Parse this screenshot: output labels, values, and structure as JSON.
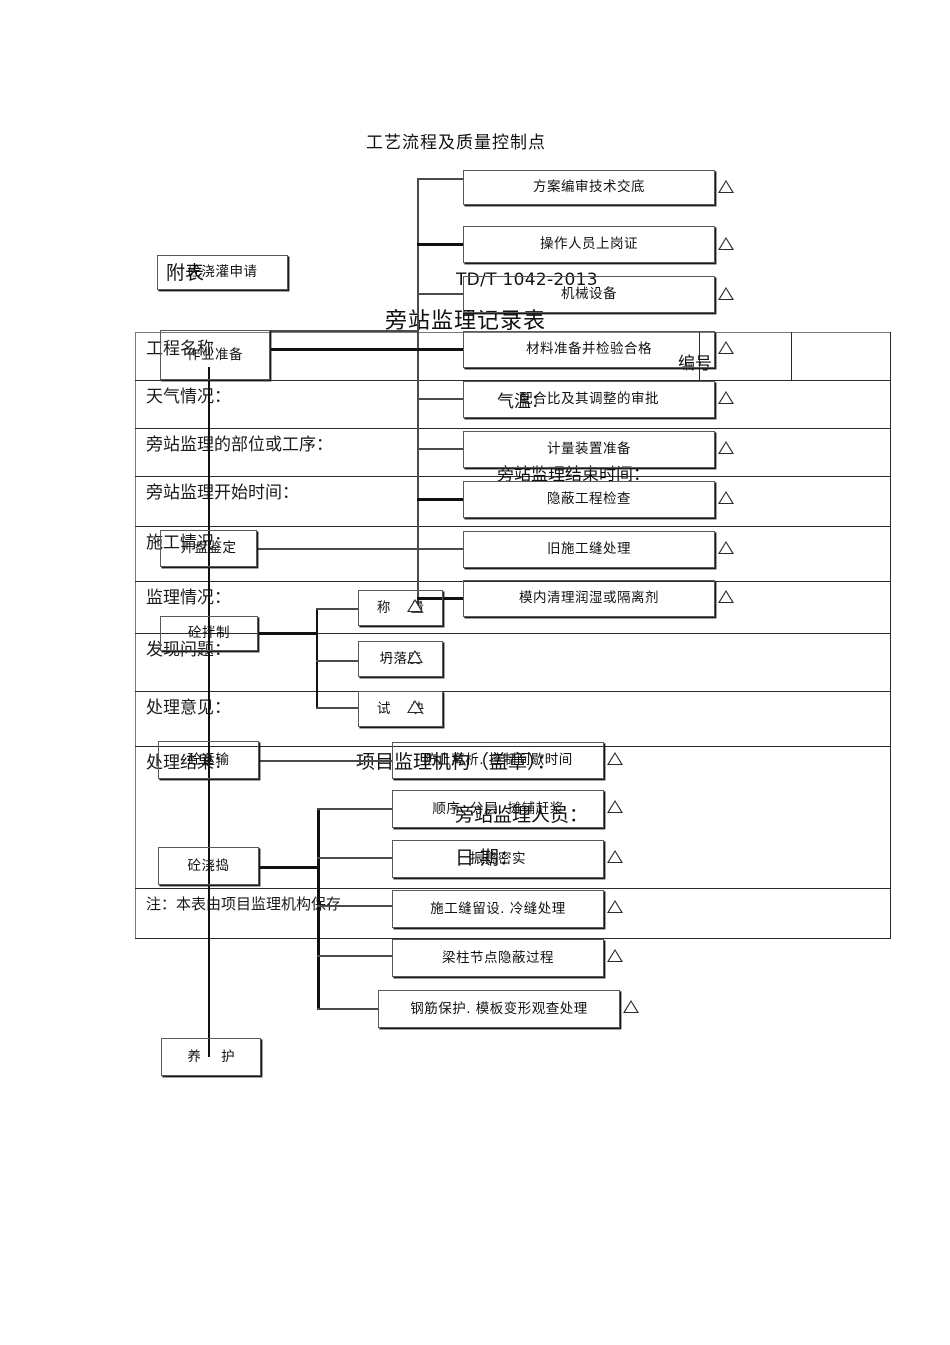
{
  "document": {
    "standard_code": "TD/T 1042-2013",
    "form_title": "旁站监理记录表",
    "attachment_label": "附表",
    "chart_title": "工艺流程及质量控制点",
    "note": "注：本表由项目监理机构保存"
  },
  "form": {
    "rows": [
      {
        "label": "工程名称",
        "right_label": "编号"
      },
      {
        "label": "天气情况：",
        "right_label": "气温："
      },
      {
        "label": "旁站监理的部位或工序：",
        "right_label": ""
      },
      {
        "label": "旁站监理开始时间：",
        "right_label": "旁站监理结束时间："
      },
      {
        "label": "施工情况：",
        "right_label": ""
      },
      {
        "label": "监理情况：",
        "right_label": ""
      },
      {
        "label": "发现问题：",
        "right_label": ""
      },
      {
        "label": "处理意见：",
        "right_label": ""
      },
      {
        "label": "处理结果：",
        "right_label": ""
      }
    ],
    "signature_block": {
      "organization": "项目监理机构（盖章）：",
      "inspector": "旁站监理人员：",
      "date": "日        期："
    }
  },
  "flowchart": {
    "stages": [
      {
        "id": "apply",
        "label": "砼浇灌申请"
      },
      {
        "id": "prepare",
        "label": "作业准备"
      },
      {
        "id": "opening",
        "label": "开盘鉴定"
      },
      {
        "id": "mixing",
        "label": "砼拌制"
      },
      {
        "id": "transport",
        "label": "砼运输"
      },
      {
        "id": "pouring",
        "label": "砼浇捣"
      },
      {
        "id": "curing",
        "label": "养    护"
      }
    ],
    "control_points": [
      {
        "id": "cp1",
        "label": "方案编审技术交底",
        "checkpoint": true
      },
      {
        "id": "cp2",
        "label": "操作人员上岗证",
        "checkpoint": true
      },
      {
        "id": "cp3",
        "label": "机械设备",
        "checkpoint": true
      },
      {
        "id": "cp4",
        "label": "材料准备并检验合格",
        "checkpoint": true
      },
      {
        "id": "cp5",
        "label": "配合比及其调整的审批",
        "checkpoint": true
      },
      {
        "id": "cp6",
        "label": "计量装置准备",
        "checkpoint": true
      },
      {
        "id": "cp7",
        "label": "隐蔽工程检查",
        "checkpoint": true
      },
      {
        "id": "cp8",
        "label": "旧施工缝处理",
        "checkpoint": true
      },
      {
        "id": "cp9",
        "label": "模内清理润湿或隔离剂",
        "checkpoint": true
      },
      {
        "id": "cp10",
        "label": "称    量",
        "checkpoint": true
      },
      {
        "id": "cp11",
        "label": "坍落度",
        "checkpoint": true
      },
      {
        "id": "cp12",
        "label": "试    块",
        "checkpoint": true
      },
      {
        "id": "cp13",
        "label": "防止离析. 控制间歇时间",
        "checkpoint": true
      },
      {
        "id": "cp14",
        "label": "顺序. 分层. 摊铺赶浆",
        "checkpoint": true
      },
      {
        "id": "cp15",
        "label": "振捣密实",
        "checkpoint": true
      },
      {
        "id": "cp16",
        "label": "施工缝留设. 冷缝处理",
        "checkpoint": true
      },
      {
        "id": "cp17",
        "label": "梁柱节点隐蔽过程",
        "checkpoint": true
      },
      {
        "id": "cp18",
        "label": "钢筋保护. 模板变形观查处理",
        "checkpoint": true
      }
    ]
  },
  "colors": {
    "line": "#4a4a4a",
    "line_dark": "#111111",
    "box_border": "#595959",
    "text": "#111111",
    "background": "#ffffff"
  }
}
